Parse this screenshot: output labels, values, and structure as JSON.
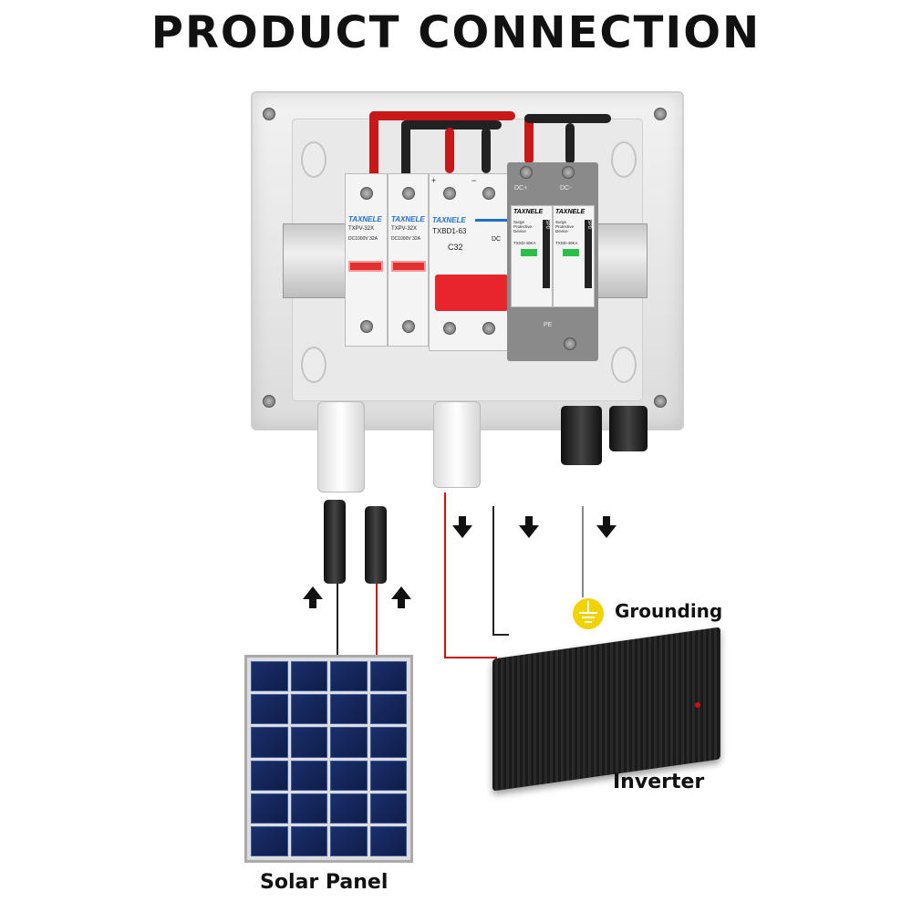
{
  "title": "PRODUCT  CONNECTION",
  "devices": {
    "fuse_brand": "TAXNELE",
    "fuse_model": "TXPV-32X",
    "fuse_rating": "DC1000V  32A",
    "breaker_model": "TXBD1-63",
    "breaker_rating": "C32",
    "breaker_dc": "DC",
    "plus": "+",
    "minus": "−",
    "spd_brand": "TAXNELE",
    "spd_desc": "Surge Protective Device",
    "spd_model": "TXSD-40KA",
    "spd_tag": "SPD",
    "dc_plus": "DC+",
    "dc_minus": "DC-",
    "pe": "PE"
  },
  "labels": {
    "grounding": "Grounding",
    "inverter": "Inverter",
    "solar_panel": "Solar Panel"
  },
  "colors": {
    "red_wire": "#d01010",
    "ground": "#f2d200"
  }
}
